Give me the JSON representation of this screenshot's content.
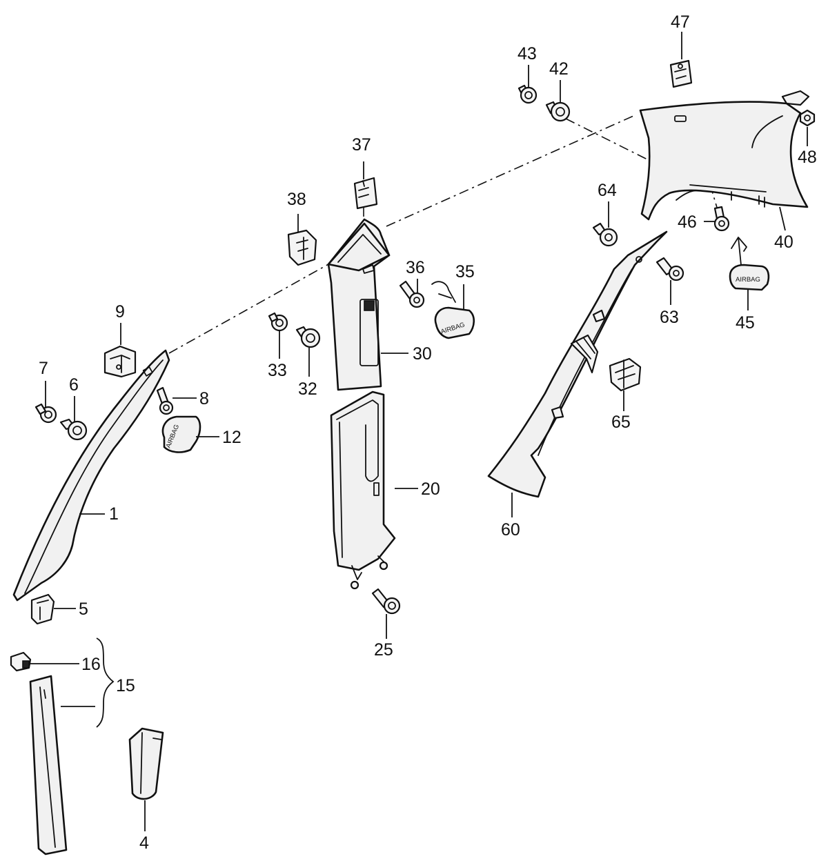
{
  "callouts": {
    "c1": "1",
    "c4": "4",
    "c5": "5",
    "c6": "6",
    "c7": "7",
    "c8": "8",
    "c9": "9",
    "c12": "12",
    "c15": "15",
    "c16": "16",
    "c20": "20",
    "c25": "25",
    "c30": "30",
    "c32": "32",
    "c33": "33",
    "c35": "35",
    "c36": "36",
    "c37": "37",
    "c38": "38",
    "c40": "40",
    "c42": "42",
    "c43": "43",
    "c45": "45",
    "c46": "46",
    "c47": "47",
    "c48": "48",
    "c60": "60",
    "c63": "63",
    "c64": "64",
    "c65": "65"
  },
  "badges": {
    "airbag_12": "AIRBAG",
    "airbag_35": "AIRBAG",
    "airbag_45": "AIRBAG"
  }
}
